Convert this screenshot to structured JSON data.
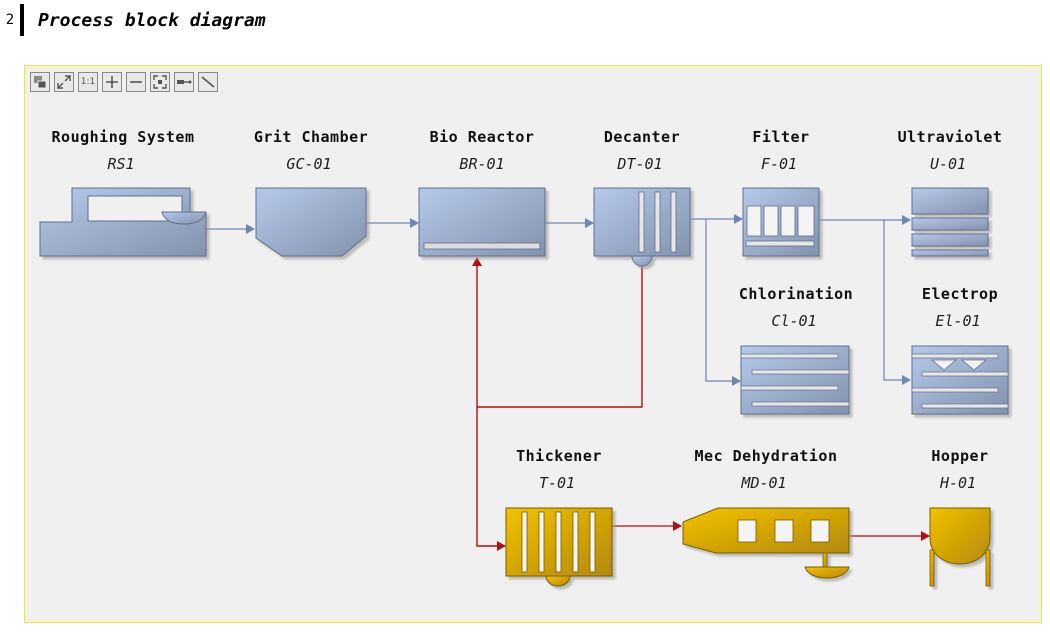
{
  "heading": {
    "number": "2",
    "title": "Process block diagram"
  },
  "toolbar": [
    {
      "name": "select-icon"
    },
    {
      "name": "fit-icon"
    },
    {
      "name": "actual-size",
      "label": "1:1"
    },
    {
      "name": "zoom-in-icon"
    },
    {
      "name": "zoom-out-icon"
    },
    {
      "name": "expand-icon"
    },
    {
      "name": "connector-icon"
    },
    {
      "name": "line-icon"
    }
  ],
  "colors": {
    "blue_fill_start": "#b6c9ea",
    "blue_fill_end": "#8392ad",
    "gold_fill_start": "#f2c200",
    "gold_fill_end": "#b4880a",
    "blue_link": "#6f86b3",
    "red_link": "#b21010"
  },
  "units": [
    {
      "id": "rs1",
      "name": "Roughing System",
      "code": "RS1"
    },
    {
      "id": "gc01",
      "name": "Grit Chamber",
      "code": "GC-01"
    },
    {
      "id": "br01",
      "name": "Bio Reactor",
      "code": "BR-01"
    },
    {
      "id": "dt01",
      "name": "Decanter",
      "code": "DT-01"
    },
    {
      "id": "f01",
      "name": "Filter",
      "code": "F-01"
    },
    {
      "id": "u01",
      "name": "Ultraviolet",
      "code": "U-01"
    },
    {
      "id": "cl01",
      "name": "Chlorination",
      "code": "Cl-01"
    },
    {
      "id": "el01",
      "name": "Electrop",
      "code": "El-01"
    },
    {
      "id": "t01",
      "name": "Thickener",
      "code": "T-01"
    },
    {
      "id": "md01",
      "name": "Mec Dehydration",
      "code": "MD-01"
    },
    {
      "id": "h01",
      "name": "Hopper",
      "code": "H-01"
    }
  ]
}
